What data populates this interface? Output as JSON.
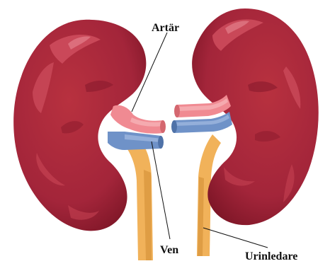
{
  "labels": {
    "artery": "Artär",
    "vein": "Ven",
    "ureter": "Urinledare"
  },
  "colors": {
    "kidney": "#a8283a",
    "kidney_dark": "#7e1627",
    "kidney_highlight": "#cf4e5e",
    "artery": "#f08a92",
    "vein": "#6f92c8",
    "ureter": "#f1b25a",
    "ureter_shade": "#d38f36"
  }
}
